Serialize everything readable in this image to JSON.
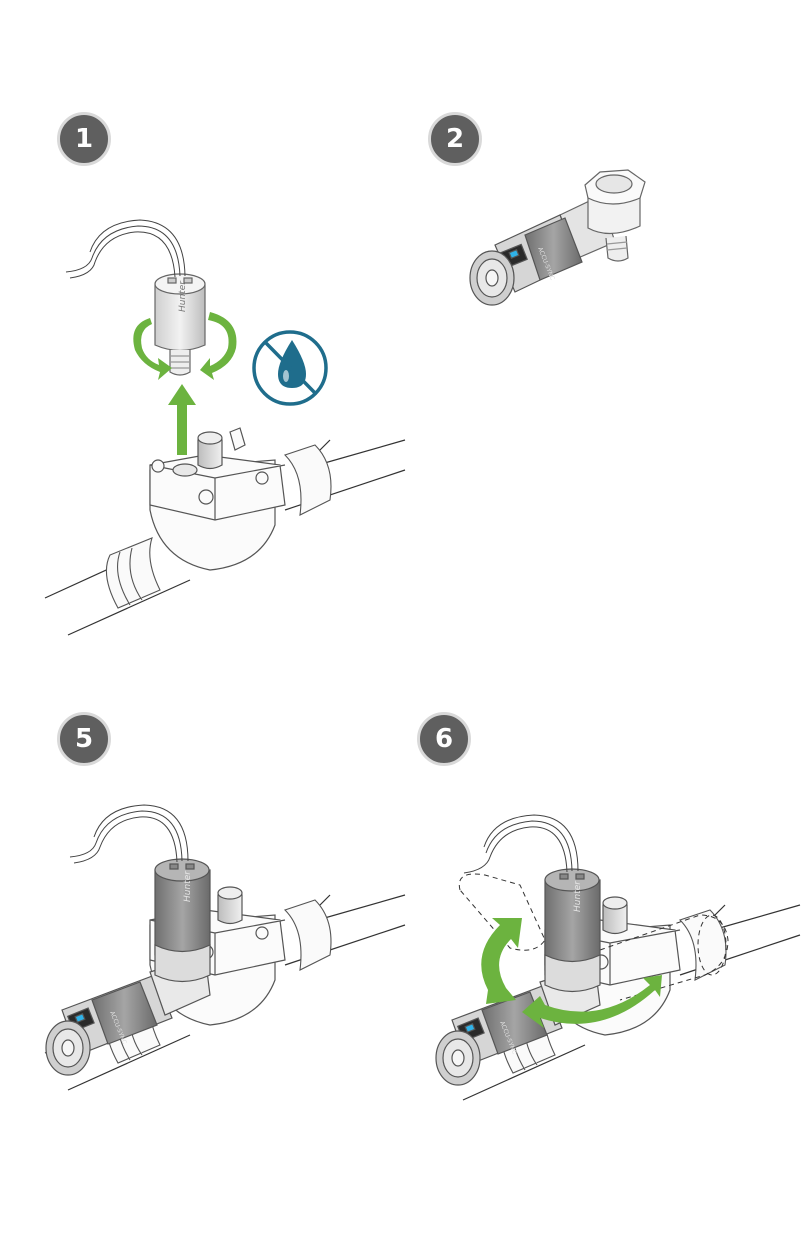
{
  "steps": [
    {
      "number": "1"
    },
    {
      "number": "2"
    },
    {
      "number": "5"
    },
    {
      "number": "6"
    }
  ],
  "product_marks": {
    "solenoid_logo": "Hunter",
    "regulator_label": "ACCU-SYNC"
  },
  "icons": {
    "rotate": "rotate-arrows-icon",
    "lift": "up-arrow-icon",
    "no_water": "no-water-icon",
    "swivel": "swivel-arrow-icon"
  },
  "colors": {
    "badge_fill": "#5f5f5f",
    "badge_ring": "#d9d9d9",
    "arrow_green": "#6cb33f",
    "no_water_blue": "#1f6d8c",
    "solenoid_gray": "#8a8a8a",
    "line": "#333333"
  }
}
